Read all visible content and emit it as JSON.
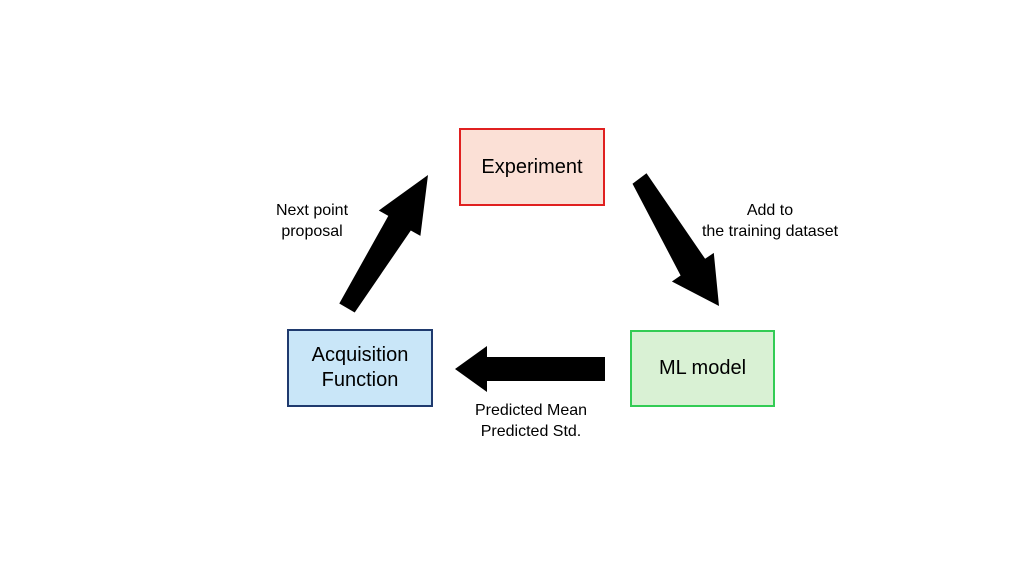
{
  "nodes": {
    "experiment": {
      "label": "Experiment",
      "fill": "#fbe0d6",
      "border": "#e02020"
    },
    "ml_model": {
      "label": "ML model",
      "fill": "#d9f1d4",
      "border": "#33cc55"
    },
    "acquisition": {
      "label": "Acquisition\nFunction",
      "fill": "#c9e6f8",
      "border": "#1f3a6e"
    }
  },
  "edges": {
    "experiment_to_model": {
      "label": "Add to\nthe training dataset"
    },
    "model_to_acquisition": {
      "label": "Predicted Mean\nPredicted Std."
    },
    "acquisition_to_experiment": {
      "label": "Next point\nproposal"
    }
  },
  "arrow_color": "#000000"
}
